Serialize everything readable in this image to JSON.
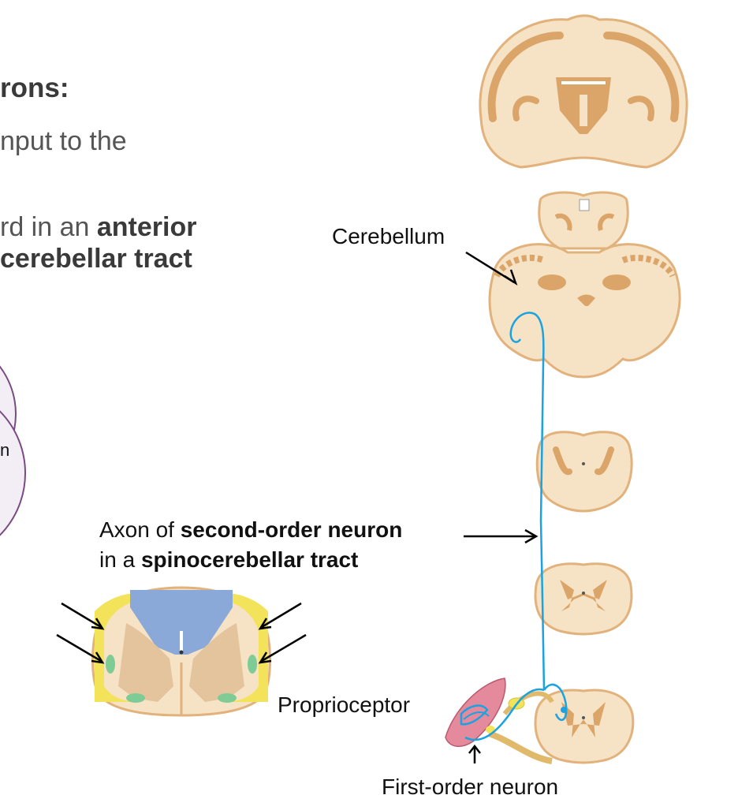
{
  "slide": {
    "heading": "rons:",
    "text1": "nput to the",
    "text2_prefix": "rd in an ",
    "text2_bold": "anterior",
    "text3_bold": "cerebellar tract",
    "stray_label": "n"
  },
  "labels": {
    "cerebellum": "Cerebellum",
    "axon_line1_prefix": "Axon of ",
    "axon_line1_bold": "second-order neuron",
    "axon_line2_prefix": "in a ",
    "axon_line2_bold": "spinocerebellar tract",
    "proprioceptor": "Proprioceptor",
    "first_order": "First-order neuron"
  },
  "colors": {
    "tissue": "#f6e2c4",
    "tissue_edge": "#e2b27d",
    "gray_matter": "#dba56a",
    "pathway": "#1aa3e0",
    "dorsal_column": "#8aa8d8",
    "tract_yellow": "#f3e35a",
    "tract_green": "#7fcb96",
    "muscle": "#e58a9c",
    "circle_fill": "#f3eef6",
    "circle_edge": "#7a4a82"
  }
}
